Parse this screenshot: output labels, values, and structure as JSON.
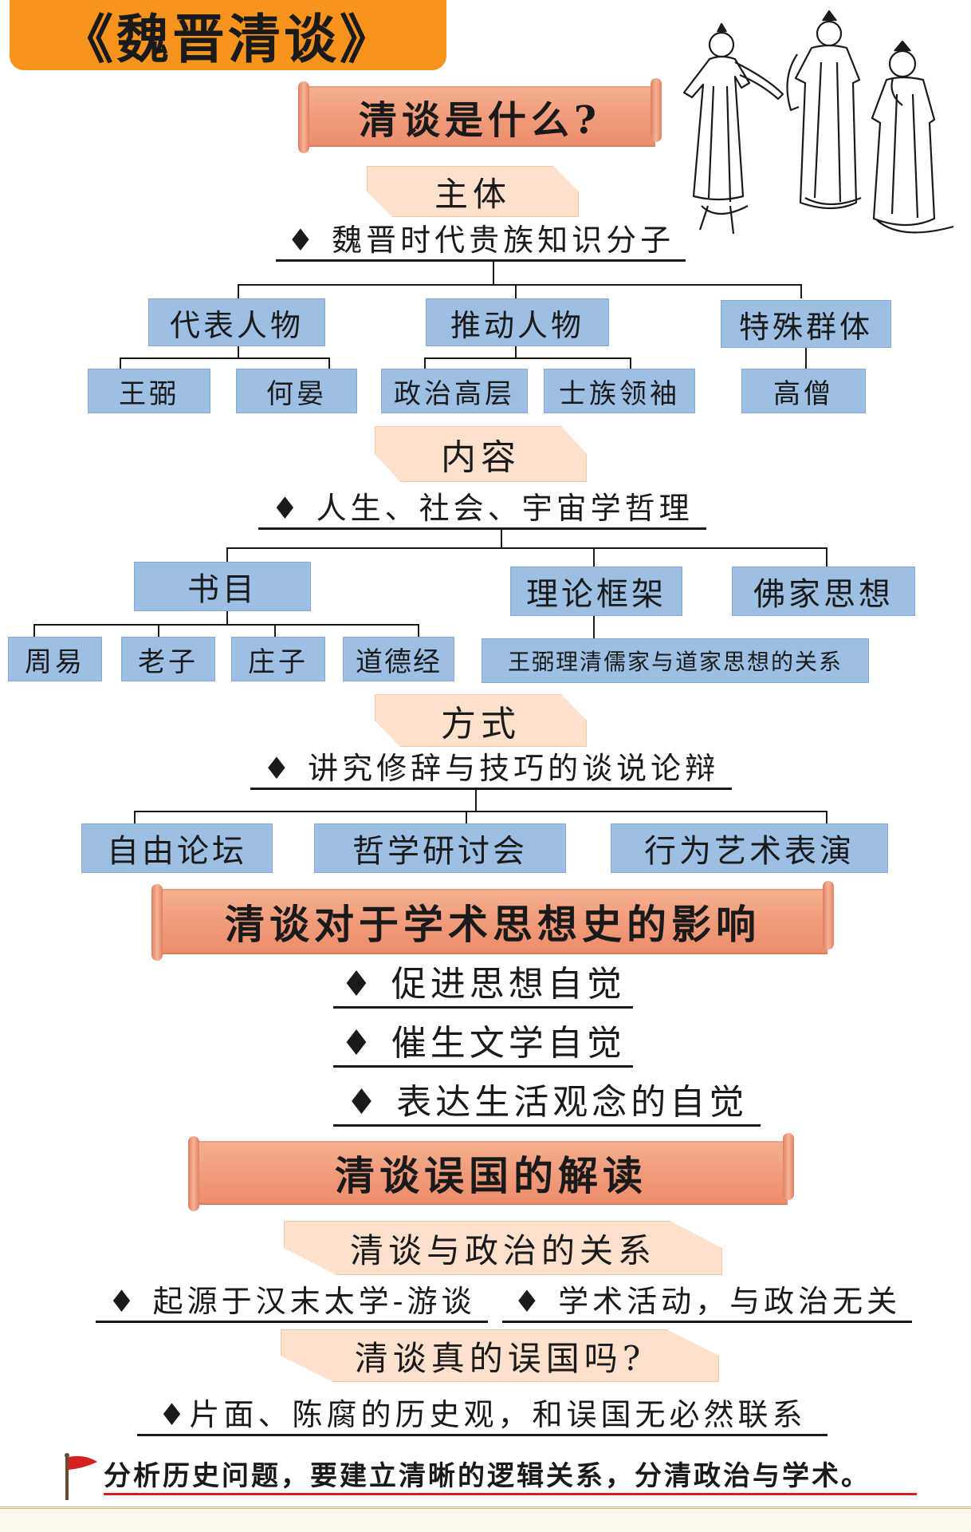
{
  "title": "《魏晋清谈》",
  "section1": {
    "banner": "清谈是什么?",
    "subject": {
      "tag": "主体",
      "line": "♦ 魏晋时代贵族知识分子",
      "groups": [
        {
          "label": "代表人物",
          "children": [
            "王弼",
            "何晏"
          ]
        },
        {
          "label": "推动人物",
          "children": [
            "政治高层",
            "士族领袖"
          ]
        },
        {
          "label": "特殊群体",
          "children": [
            "高僧"
          ]
        }
      ]
    },
    "content": {
      "tag": "内容",
      "line": "♦ 人生、社会、宇宙学哲理",
      "groups": [
        {
          "label": "书目",
          "children": [
            "周易",
            "老子",
            "庄子",
            "道德经"
          ]
        },
        {
          "label": "理论框架",
          "children": [
            "王弼理清儒家与道家思想的关系"
          ]
        },
        {
          "label": "佛家思想",
          "children": []
        }
      ]
    },
    "method": {
      "tag": "方式",
      "line": "♦ 讲究修辞与技巧的谈说论辩",
      "items": [
        "自由论坛",
        "哲学研讨会",
        "行为艺术表演"
      ]
    }
  },
  "section2": {
    "banner": "清谈对于学术思想史的影响",
    "items": [
      "♦ 促进思想自觉",
      "♦ 催生文学自觉",
      "♦ 表达生活观念的自觉"
    ]
  },
  "section3": {
    "banner": "清谈误国的解读",
    "relation": {
      "tag": "清谈与政治的关系",
      "left": "♦ 起源于汉末太学-游谈",
      "right": "♦ 学术活动，与政治无关"
    },
    "question": {
      "tag": "清谈真的误国吗?",
      "line": "♦片面、陈腐的历史观，和误国无必然联系"
    }
  },
  "conclusion": {
    "text": "分析历史问题，要建立清晰的逻辑关系，分清政治与学术。",
    "flag_icon": "red-flag-icon",
    "accent": "#d42020"
  },
  "colors": {
    "title_tab": "#f7941d",
    "banner": "#f09a7a",
    "tag": "#fde1cd",
    "box": "#9cbfe3"
  }
}
